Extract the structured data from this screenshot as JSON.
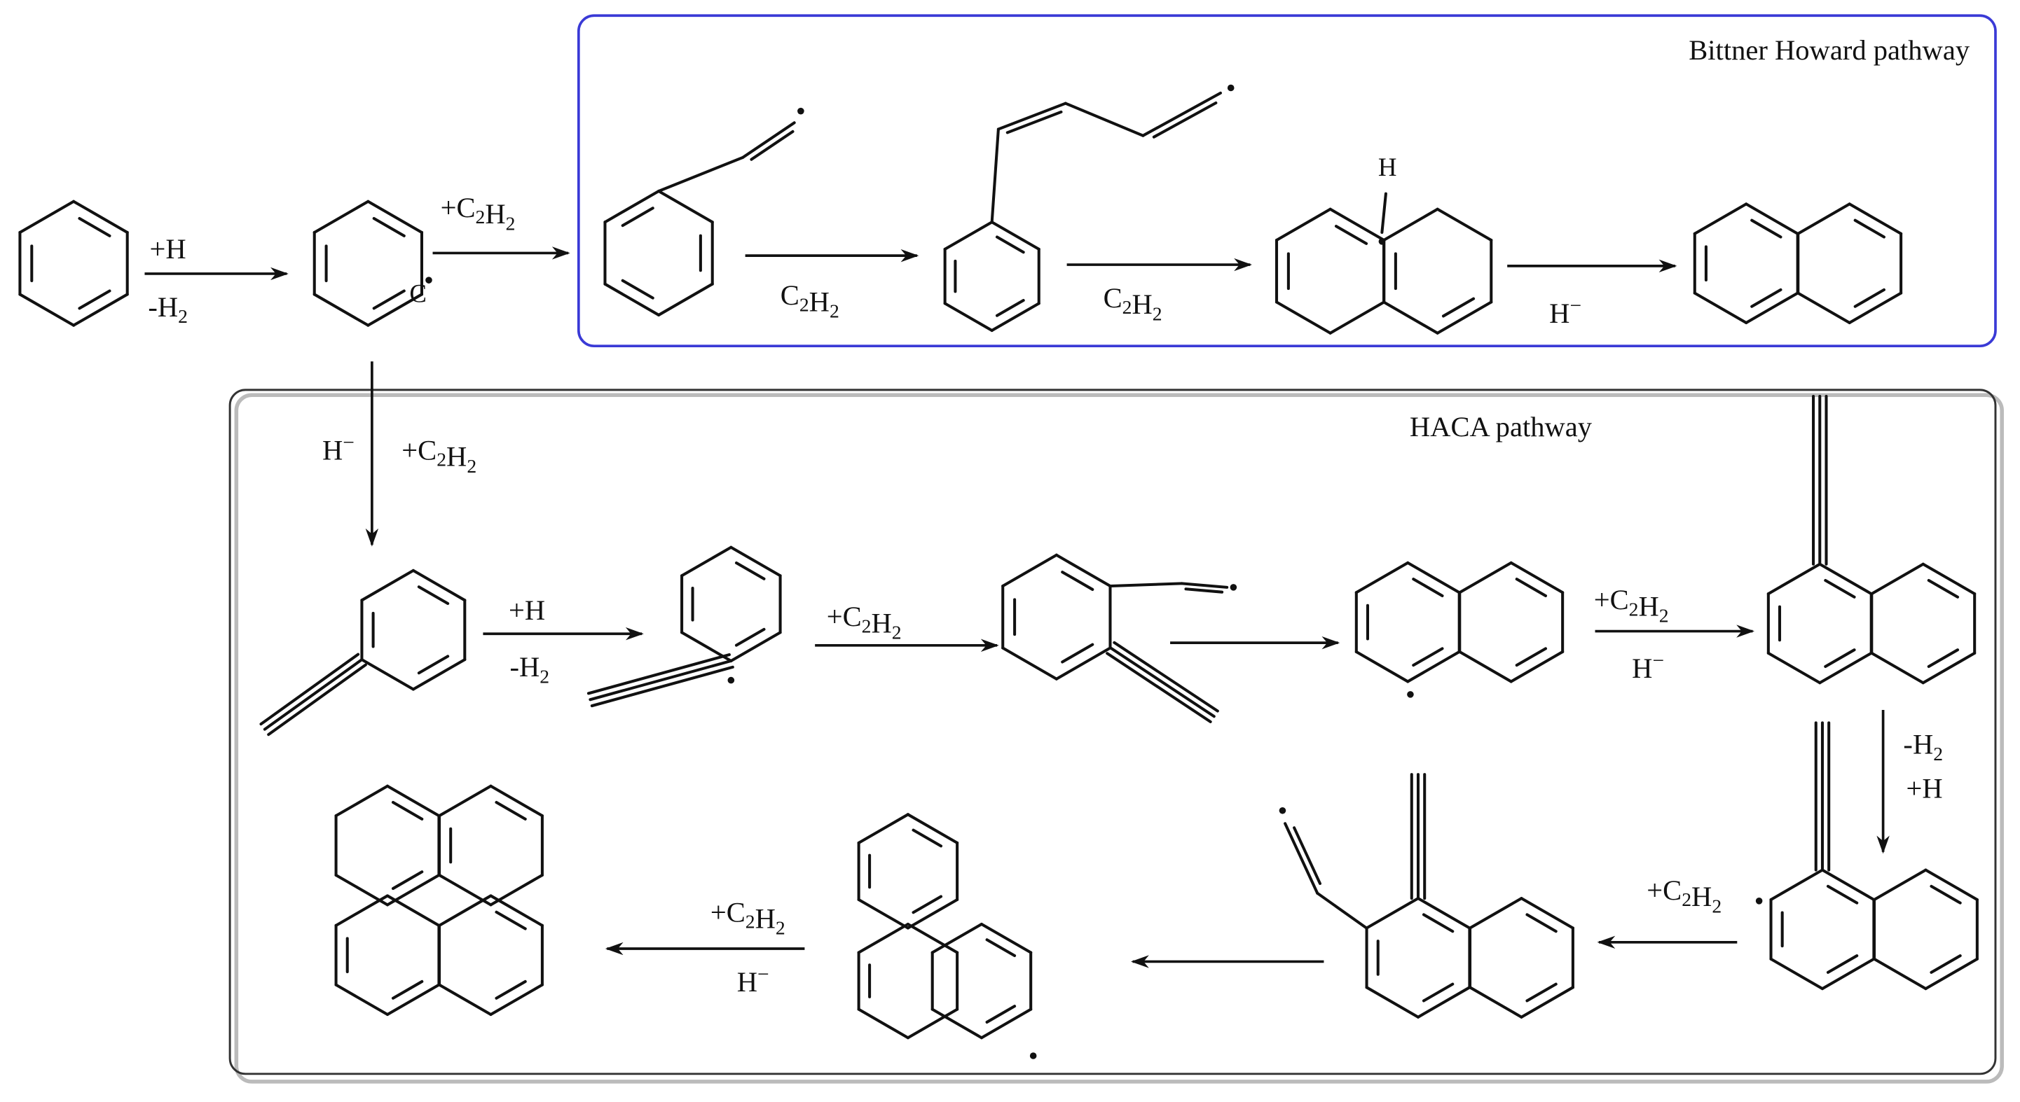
{
  "title": "",
  "panels": {
    "bittner_howard": {
      "title": "Bittner Howard pathway",
      "border_color": "#3a3ad6"
    },
    "haca": {
      "title": "HACA pathway",
      "border_color": "#333333"
    }
  },
  "species_text": {
    "phenyl_carbon_label": "C",
    "bh_naphthalene_intermediate_h": "H"
  },
  "reactions": [
    {
      "id": "r1",
      "from": "benzene",
      "to": "phenyl-radical",
      "above": "+H",
      "below": "-H2"
    },
    {
      "id": "r2",
      "from": "phenyl-radical",
      "to": "phenylvinyl-radical",
      "above": "+C2H2",
      "below": ""
    },
    {
      "id": "r3",
      "from": "phenylvinyl-radical",
      "to": "phenylbutadienyl-radical",
      "above": "",
      "below": "C2H2"
    },
    {
      "id": "r4",
      "from": "phenylbutadienyl-radical",
      "to": "naphthalene-intermediate",
      "above": "",
      "below": "C2H2"
    },
    {
      "id": "r5",
      "from": "naphthalene-intermediate",
      "to": "naphthalene",
      "above": "",
      "below": "H-"
    },
    {
      "id": "r6",
      "from": "phenyl-radical",
      "to": "phenylacetylene",
      "left": "H-",
      "right": "+C2H2"
    },
    {
      "id": "r7",
      "from": "phenylacetylene",
      "to": "ethynylphenyl-radical",
      "above": "+H",
      "below": "-H2"
    },
    {
      "id": "r8",
      "from": "ethynylphenyl-radical",
      "to": "vinyl-ethynylbenzene-radical",
      "above": "+C2H2",
      "below": ""
    },
    {
      "id": "r9",
      "from": "vinyl-ethynylbenzene-radical",
      "to": "naphthyl-radical",
      "above": "",
      "below": ""
    },
    {
      "id": "r10",
      "from": "naphthyl-radical",
      "to": "ethynylnaphthalene",
      "above": "+C2H2",
      "below": "H-"
    },
    {
      "id": "r11",
      "from": "ethynylnaphthalene",
      "to": "ethynylnaphthyl-radical",
      "right_top": "-H2",
      "right_bottom": "+H"
    },
    {
      "id": "r12",
      "from": "ethynylnaphthyl-radical",
      "to": "vinyl-ethynylnaphthalene-radical",
      "above": "+C2H2",
      "below": ""
    },
    {
      "id": "r13",
      "from": "vinyl-ethynylnaphthalene-radical",
      "to": "phenanthryl-radical",
      "above": "",
      "below": ""
    },
    {
      "id": "r14",
      "from": "phenanthryl-radical",
      "to": "pyrene",
      "above": "+C2H2",
      "below": "H-"
    }
  ]
}
